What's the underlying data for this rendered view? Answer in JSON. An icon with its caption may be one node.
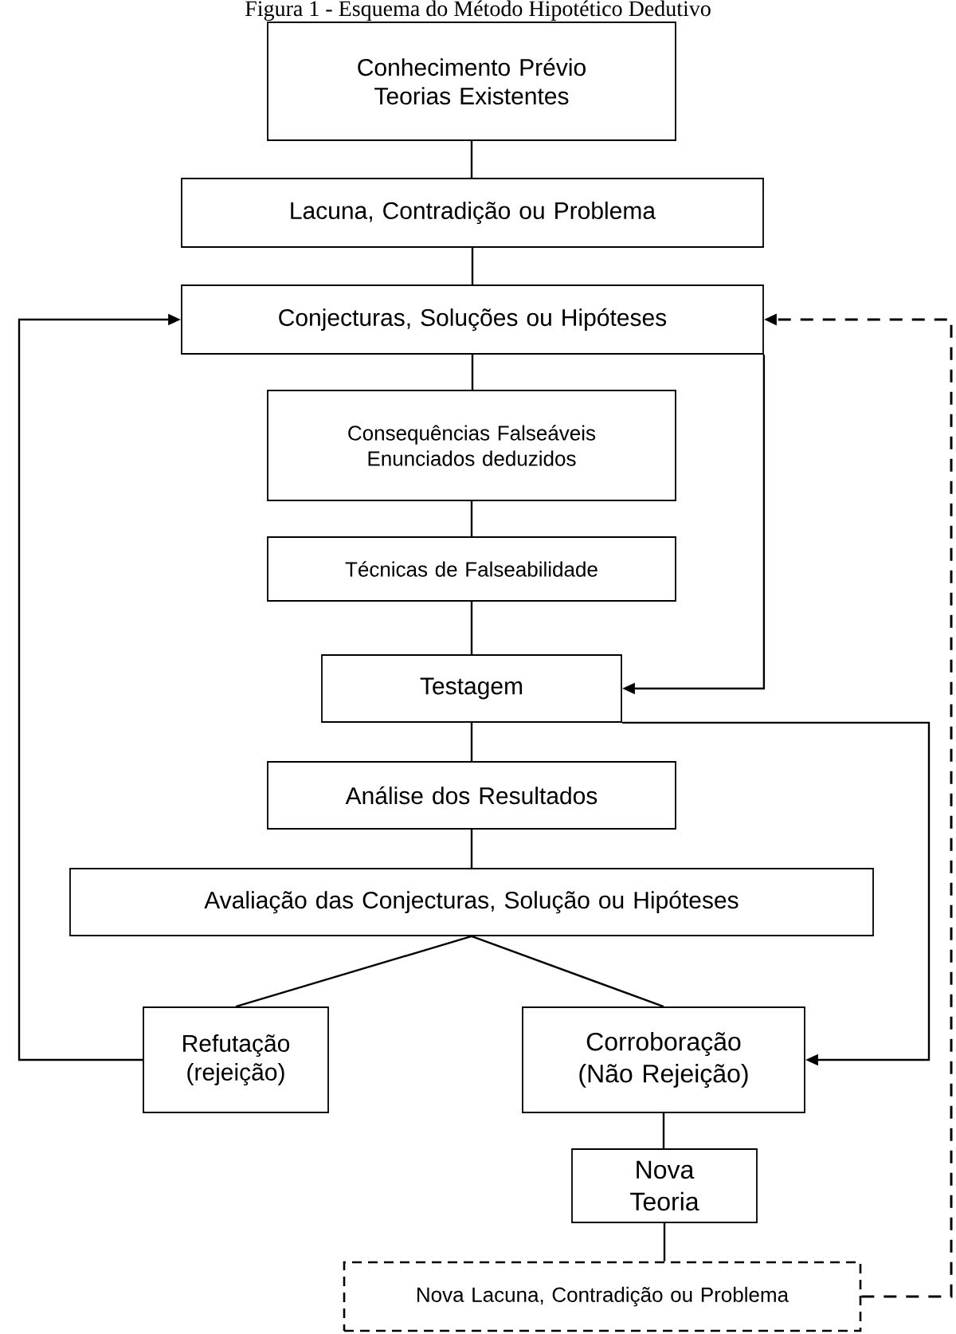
{
  "diagram": {
    "title": "Figura 1 - Esquema do Método Hipotético Dedutivo",
    "nodes": [
      {
        "text": [
          "Conhecimento Prévio Teorias Existentes"
        ]
      },
      {
        "text": [
          "Lacuna, Contradição ou Problema"
        ]
      },
      {
        "text": [
          "Conjecturas, Soluções ou Hipóteses"
        ]
      },
      {
        "text": [
          "Consequências Falseáveis Enunciados deduzidos"
        ]
      },
      {
        "text": [
          "Técnicas de Falseabilidade"
        ]
      },
      {
        "text": [
          "Testagem"
        ]
      },
      {
        "text": [
          "Análise dos Resultados"
        ]
      },
      {
        "text": [
          "Avaliação das Conjecturas, Solução ou Hipóteses"
        ]
      },
      {
        "text": [
          "Refutação (rejeição)"
        ]
      },
      {
        "text": [
          "Corroboração (Não Rejeição)"
        ]
      },
      {
        "text": [
          "Nova Teoria"
        ]
      },
      {
        "text": [
          "Nova Lacuna, Contradição ou Problema"
        ]
      }
    ],
    "edges": [
      {
        "from": 0,
        "to": 1,
        "arrow": "none"
      },
      {
        "from": 1,
        "to": 2,
        "arrow": "none"
      },
      {
        "from": 2,
        "to": 3,
        "arrow": "none"
      },
      {
        "from": 3,
        "to": 4,
        "arrow": "none"
      },
      {
        "from": 4,
        "to": 5,
        "arrow": "none"
      },
      {
        "from": 5,
        "to": 6,
        "arrow": "none"
      },
      {
        "from": 6,
        "to": 7,
        "arrow": "none"
      },
      {
        "from": 7,
        "to": 8,
        "arrow": "none"
      },
      {
        "from": 7,
        "to": 9,
        "arrow": "none"
      },
      {
        "from": 9,
        "to": 10,
        "arrow": "none"
      },
      {
        "from": 10,
        "to": 11,
        "arrow": "none"
      },
      {
        "from": 8,
        "to": 2,
        "arrow": "to"
      },
      {
        "from": 2,
        "to": 5,
        "arrow": "to"
      },
      {
        "from": 5,
        "to": 9,
        "arrow": "to"
      },
      {
        "from": 11,
        "to": 2,
        "arrow": "to",
        "style": "dashed"
      }
    ]
  }
}
